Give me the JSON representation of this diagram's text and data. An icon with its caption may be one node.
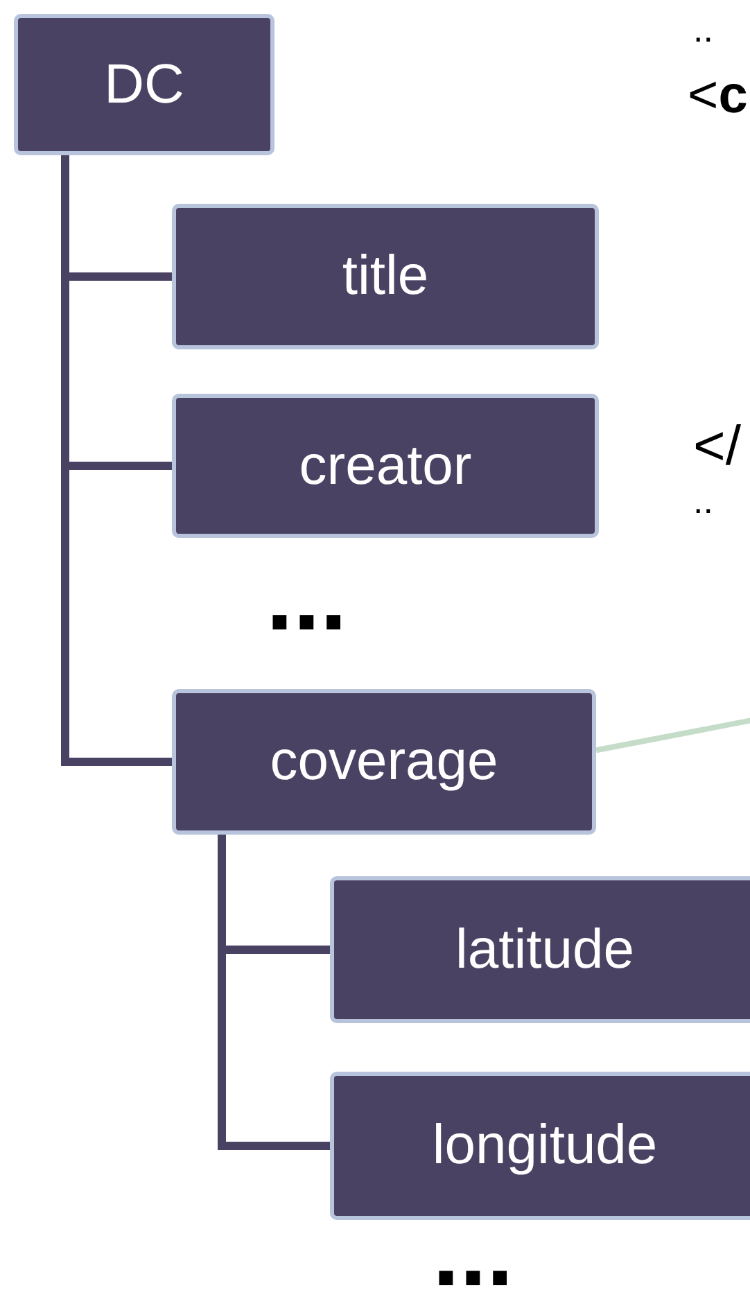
{
  "diagram": {
    "nodes": [
      {
        "text": [
          "DC"
        ]
      },
      {
        "text": [
          "title"
        ]
      },
      {
        "text": [
          "creator"
        ]
      },
      {
        "text": [
          "coverage"
        ]
      },
      {
        "text": [
          "latitude"
        ]
      },
      {
        "text": [
          "longitude"
        ]
      }
    ],
    "edges": [
      {
        "from": 0,
        "to": 1,
        "arrow": "none"
      },
      {
        "from": 0,
        "to": 2,
        "arrow": "none"
      },
      {
        "from": 0,
        "to": 3,
        "arrow": "none"
      },
      {
        "from": 3,
        "to": 4,
        "arrow": "none"
      },
      {
        "from": 3,
        "to": 5,
        "arrow": "none"
      },
      {
        "from": 3,
        "to": null,
        "arrow": "none",
        "color": "#c5dcc9"
      }
    ],
    "labels": [
      "..",
      "<**c**",
      "</",
      "..",
      "...",
      "..."
    ]
  }
}
